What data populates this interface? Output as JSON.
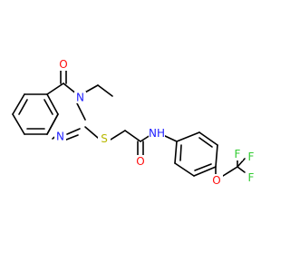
{
  "molecule": {
    "atoms": {
      "o_ketone": {
        "label": "O",
        "element": "O"
      },
      "n_ring": {
        "label": "N",
        "element": "N"
      },
      "n_ring2": {
        "label": "N",
        "element": "N"
      },
      "s_thio": {
        "label": "S",
        "element": "S"
      },
      "o_amide": {
        "label": "O",
        "element": "O"
      },
      "nh_amide": {
        "label": "NH",
        "element": "N"
      },
      "o_ether": {
        "label": "O",
        "element": "O"
      },
      "f1": {
        "label": "F",
        "element": "F"
      },
      "f2": {
        "label": "F",
        "element": "F"
      },
      "f3": {
        "label": "F",
        "element": "F"
      }
    },
    "colors": {
      "carbon": "#000000",
      "oxygen": "#ff0d0d",
      "nitrogen": "#2020ff",
      "sulfur": "#b8b800",
      "fluorine": "#33cc33"
    }
  }
}
